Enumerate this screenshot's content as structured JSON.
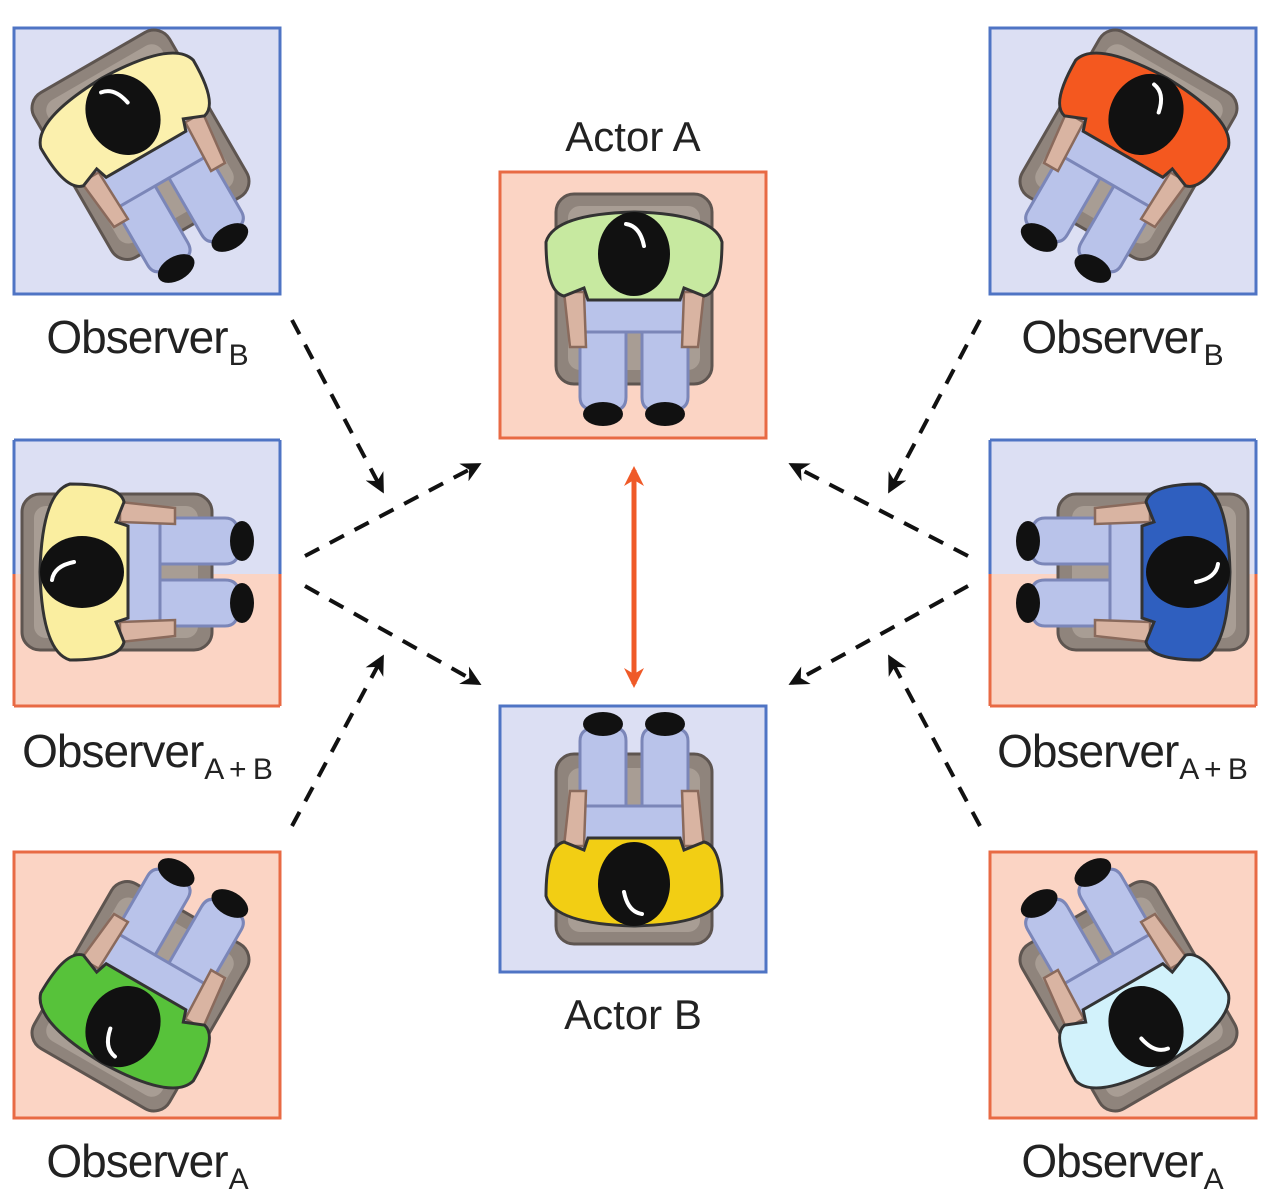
{
  "colors": {
    "blue_bg": "#dcdff3",
    "blue_border": "#4f74c4",
    "pink_bg": "#fbd4c4",
    "pink_border": "#e86a44",
    "arrow_dashed": "#111111",
    "arrow_actor": "#ef5a28",
    "chair": "#8f847c",
    "pants": "#b9c3ea",
    "skin": "#d9b4a2",
    "hair": "#111111"
  },
  "actors": {
    "a": {
      "label": "Actor A",
      "shirt": "#c7e9a0"
    },
    "b": {
      "label": "Actor B",
      "shirt": "#f2ce14"
    }
  },
  "observers": {
    "top_left": {
      "name": "Observer",
      "sub": "B",
      "shirt": "#fbf0ad"
    },
    "top_right": {
      "name": "Observer",
      "sub": "B",
      "shirt": "#f4581f"
    },
    "mid_left": {
      "name": "Observer",
      "sub": "A + B",
      "shirt": "#faeea0"
    },
    "mid_right": {
      "name": "Observer",
      "sub": "A + B",
      "shirt": "#2f5fbf"
    },
    "bottom_left": {
      "name": "Observer",
      "sub": "A",
      "shirt": "#57c23a"
    },
    "bottom_right": {
      "name": "Observer",
      "sub": "A",
      "shirt": "#d2f2fb"
    }
  }
}
